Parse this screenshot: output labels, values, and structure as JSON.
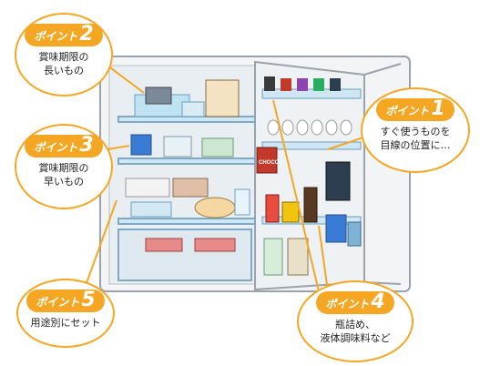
{
  "accent_color": "#f5a623",
  "callouts": [
    {
      "label": "ポイント",
      "number": "2",
      "lines": [
        "賞味期限の",
        "長いもの"
      ]
    },
    {
      "label": "ポイント",
      "number": "3",
      "lines": [
        "賞味期限の",
        "早いもの"
      ]
    },
    {
      "label": "ポイント",
      "number": "5",
      "lines": [
        "用途別にセット"
      ]
    },
    {
      "label": "ポイント",
      "number": "1",
      "lines": [
        "すぐ使うものを",
        "目線の位置に…"
      ]
    },
    {
      "label": "ポイント",
      "number": "4",
      "lines": [
        "瓶詰め、",
        "液体調味料など"
      ]
    }
  ],
  "package_label": "CHOCO"
}
